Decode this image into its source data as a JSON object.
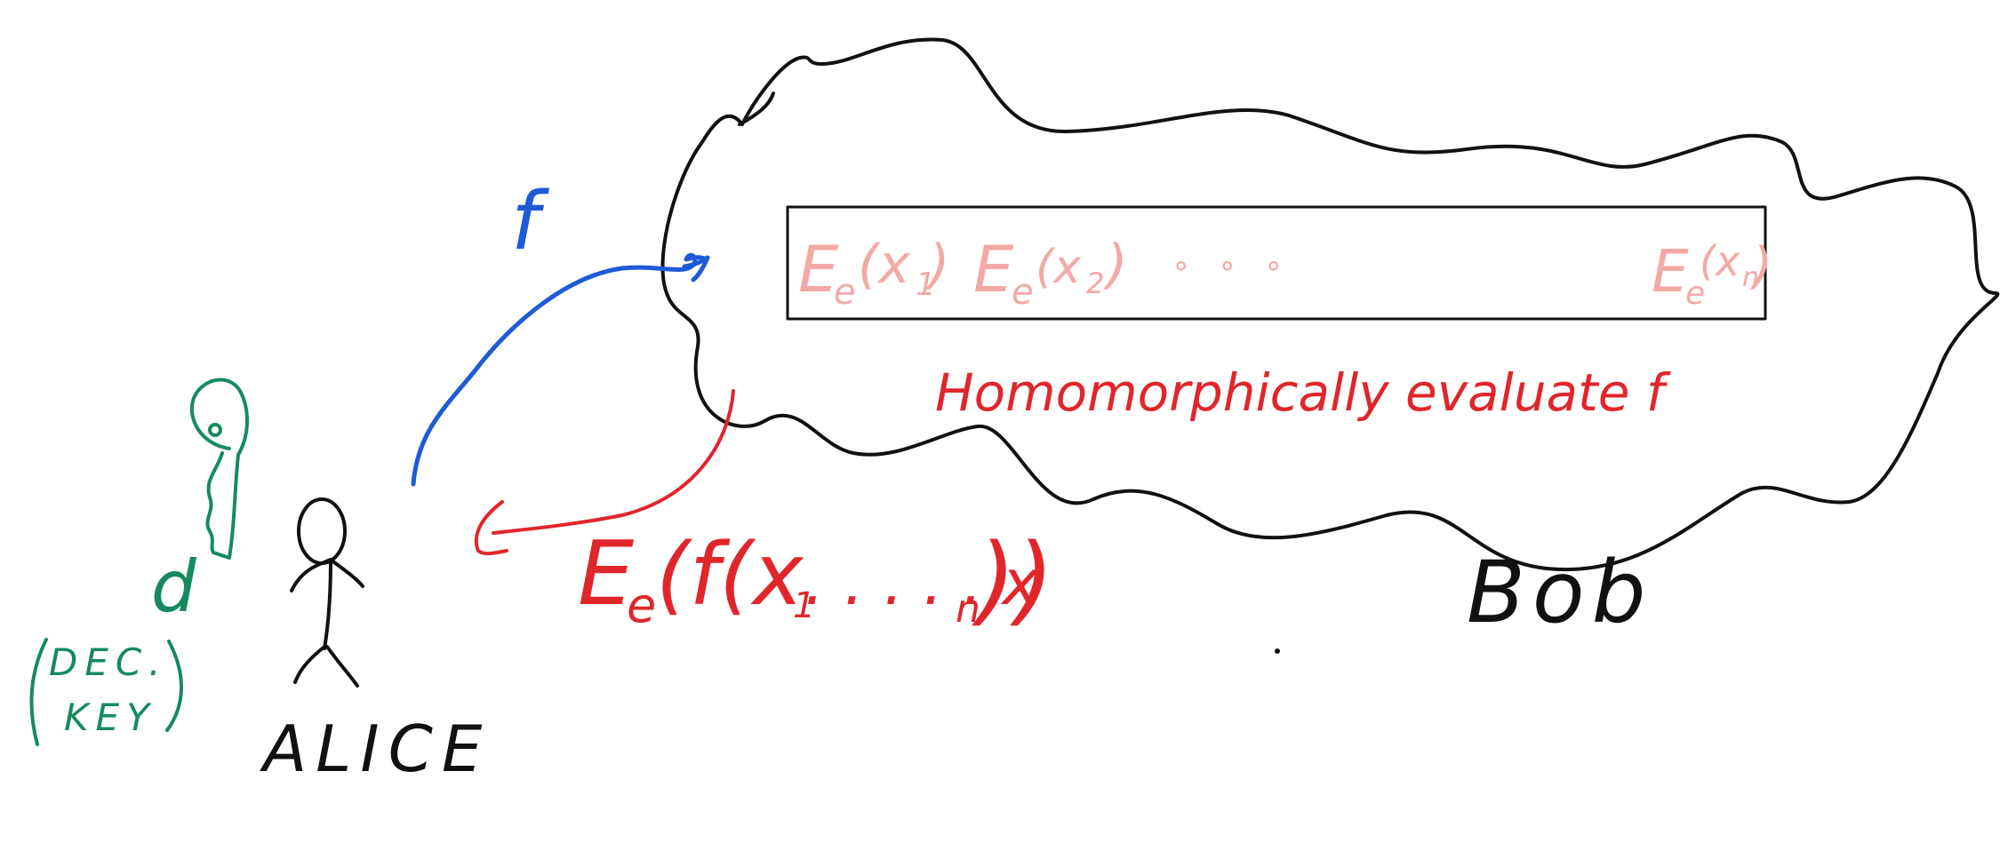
{
  "colors": {
    "black": "#111111",
    "blue": "#1e5bd6",
    "red": "#e0262b",
    "green": "#168a5e",
    "pink": "#f3a9a6"
  },
  "labels": {
    "function": "f",
    "ciphertexts": {
      "e1": "E",
      "e1_sub": "e",
      "e1_arg": "(x",
      "e1_argsub": "1",
      "e1_close": ")",
      "e2": "E",
      "e2_sub": "e",
      "e2_arg": "(x",
      "e2_argsub": "2",
      "e2_close": ")",
      "ellipsis": "∘ ∘ ∘",
      "en": "E",
      "en_sub": "e",
      "en_arg": "(x",
      "en_argsub": "n",
      "en_close": ")"
    },
    "homomorphic": "Homomorphically evaluate f",
    "result": {
      "e": "E",
      "sub": "e",
      "body": "(f(x",
      "sub1": "1",
      "dots": " . . . . . x",
      "subn": "n",
      "close": "))"
    },
    "bob": "Bob",
    "alice": "ALICE",
    "deckey_line1": "DEC.",
    "deckey_line2": "KEY",
    "d": "d"
  }
}
